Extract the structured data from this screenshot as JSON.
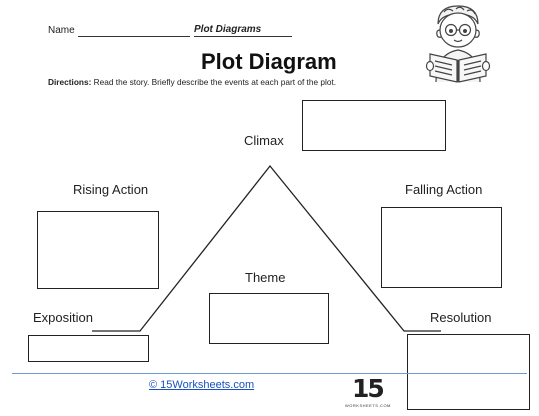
{
  "header": {
    "name_label": "Name",
    "worksheet_subtitle": "Plot Diagrams",
    "title": "Plot Diagram",
    "directions_label": "Directions:",
    "directions_text": " Read the story. Briefly describe the events at each part of the plot."
  },
  "diagram": {
    "climax": "Climax",
    "rising_action": "Rising Action",
    "falling_action": "Falling Action",
    "theme": "Theme",
    "exposition": "Exposition",
    "resolution": "Resolution"
  },
  "footer": {
    "link": "© 15Worksheets.com",
    "logo_number": "15",
    "logo_text": "WORKSHEETS.COM"
  },
  "colors": {
    "link": "#1a4fbf",
    "rule": "#6f9bd4"
  },
  "illustration": "child-reading-book"
}
